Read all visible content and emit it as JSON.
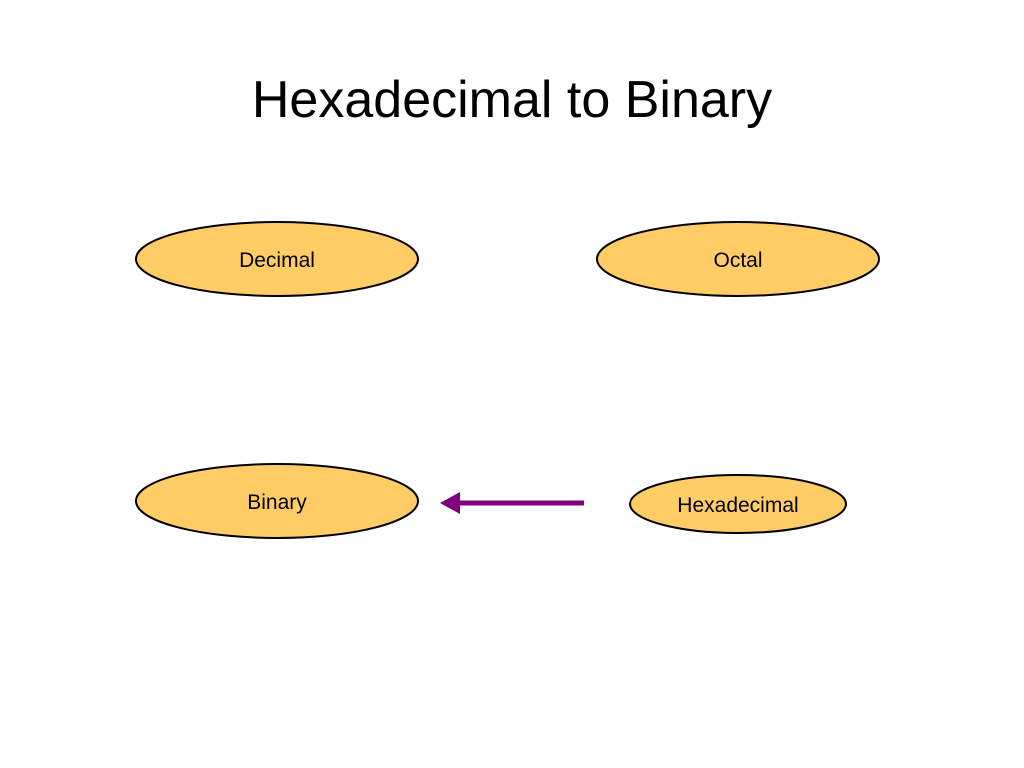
{
  "title": "Hexadecimal to Binary",
  "nodes": {
    "decimal": "Decimal",
    "octal": "Octal",
    "binary": "Binary",
    "hexadecimal": "Hexadecimal"
  },
  "colors": {
    "node_fill": "#FFCC66",
    "node_stroke": "#000000",
    "arrow": "#800080"
  },
  "edges": [
    {
      "from": "hexadecimal",
      "to": "binary"
    }
  ]
}
